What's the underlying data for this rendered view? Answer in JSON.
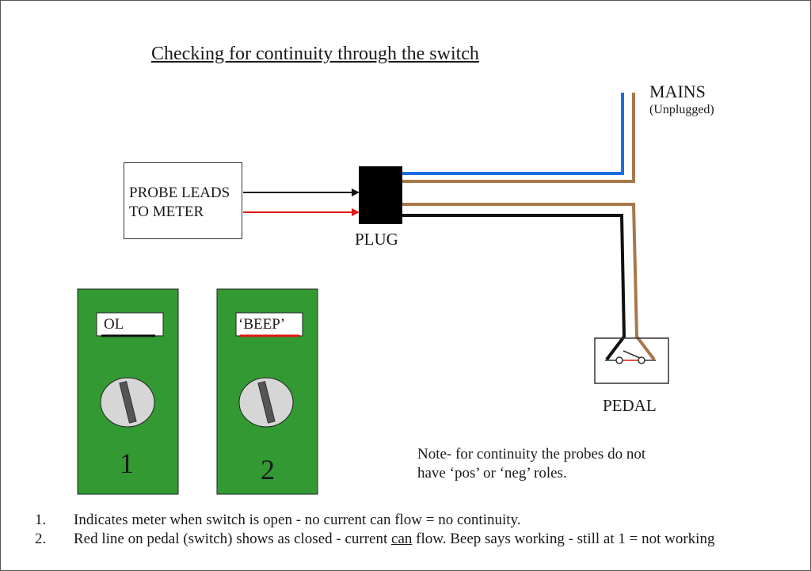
{
  "title": "Checking for continuity through the switch",
  "mains": {
    "label": "MAINS",
    "sublabel": "(Unplugged)"
  },
  "probe": {
    "line1": "PROBE LEADS",
    "line2": "TO METER"
  },
  "plug": {
    "label": "PLUG"
  },
  "pedal": {
    "label": "PEDAL"
  },
  "meters": [
    {
      "display": "OL",
      "number": "1",
      "underline_color": "#111111"
    },
    {
      "display": "‘BEEP’",
      "number": "2",
      "underline_color": "#e02020"
    }
  ],
  "note": {
    "line1": "Note- for continuity the probes do not",
    "line2": "have ‘pos’ or ‘neg’ roles."
  },
  "footnotes": [
    {
      "num": "1.",
      "text": "Indicates meter when switch is open - no current can flow = no continuity."
    },
    {
      "num": "2.",
      "text_before": "Red line on pedal (switch) shows as closed - current ",
      "text_underlined": "can",
      "text_after": " flow. Beep says working - still at 1 = not working"
    }
  ],
  "colors": {
    "meter_green": "#339933",
    "wire_blue": "#1a6fe0",
    "wire_brown": "#a8774a",
    "wire_black": "#111111",
    "probe_red": "#e01818",
    "dial_grey": "#d6d6d6",
    "dial_slot": "#555555"
  }
}
